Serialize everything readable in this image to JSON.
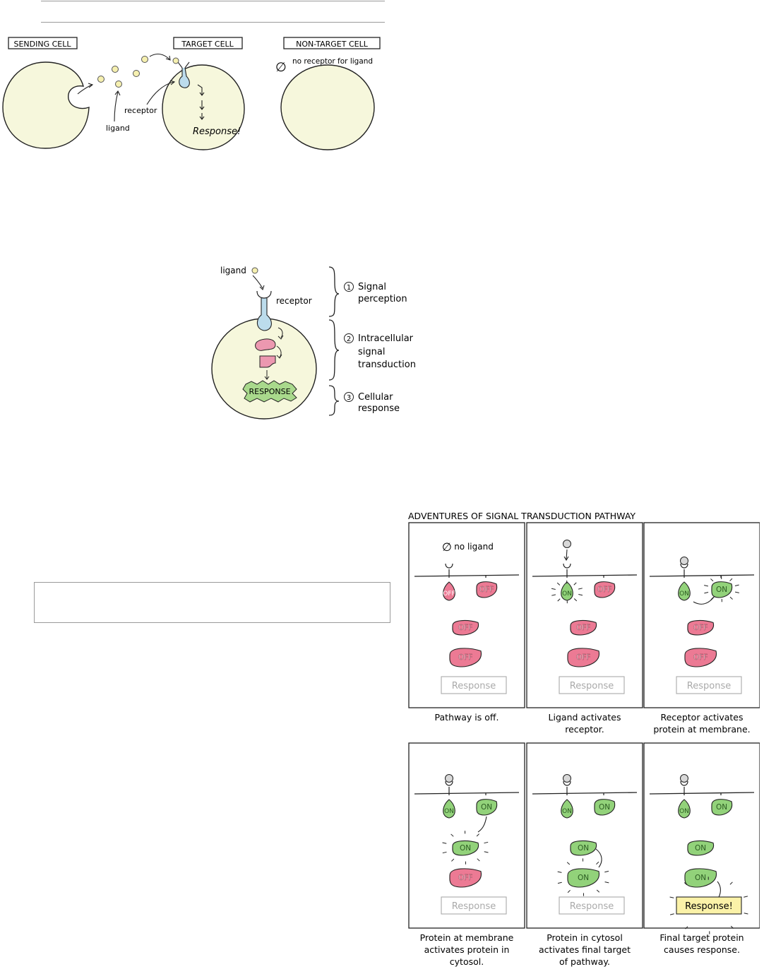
{
  "overview": {
    "sending_cell": "SENDING CELL",
    "target_cell": "TARGET CELL",
    "non_target_cell": "NON-TARGET CELL",
    "no_receptor_note": "no receptor for ligand",
    "null_symbol": "∅",
    "ligand": "ligand",
    "receptor": "receptor",
    "response": "Response!"
  },
  "stages": {
    "ligand": "ligand",
    "receptor": "receptor",
    "response_label": "RESPONSE",
    "stage1": {
      "num": "1",
      "line1": "Signal",
      "line2": "perception"
    },
    "stage2": {
      "num": "2",
      "line1": "Intracellular",
      "line2": "signal",
      "line3": "transduction"
    },
    "stage3": {
      "num": "3",
      "line1": "Cellular",
      "line2": "response"
    }
  },
  "pathway": {
    "title": "ADVENTURES OF SIGNAL TRANSDUCTION PATHWAY",
    "no_ligand": "no ligand",
    "on": "ON",
    "off": "OFF",
    "response": "Response",
    "response_active": "Response!",
    "captions": [
      [
        "Pathway is off.",
        ""
      ],
      [
        "Ligand activates",
        "receptor."
      ],
      [
        "Receptor activates",
        "protein at membrane."
      ],
      [
        "Protein at membrane",
        "activates protein in",
        "cytosol."
      ],
      [
        "Protein in cytosol",
        "activates final target",
        "of pathway."
      ],
      [
        "Final target protein",
        "causes response."
      ]
    ]
  },
  "colors": {
    "cell_fill": "#f6f7dc",
    "ligand_fill": "#f6f0b0",
    "receptor_fill": "#bcdcec",
    "off_fill": "#ec7a94",
    "on_fill": "#92d27a",
    "response_fill": "#fbf2a8"
  }
}
